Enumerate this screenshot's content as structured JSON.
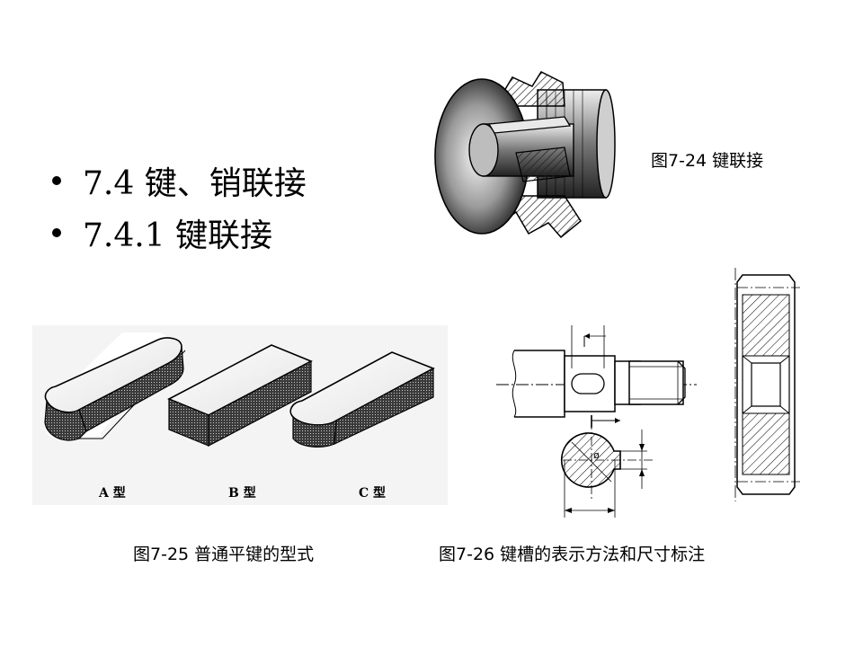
{
  "bullets": [
    {
      "text": "7.4  键、销联接"
    },
    {
      "text": "7.4.1  键联接"
    }
  ],
  "figures": {
    "fig24": {
      "caption": "图7-24  键联接"
    },
    "fig25": {
      "caption": "图7-25  普通平键的型式",
      "labels": [
        "A 型",
        "B 型",
        "C 型"
      ]
    },
    "fig26": {
      "caption": "图7-26  键槽的表示方法和尺寸标注",
      "diameter_symbol": "ø"
    }
  }
}
